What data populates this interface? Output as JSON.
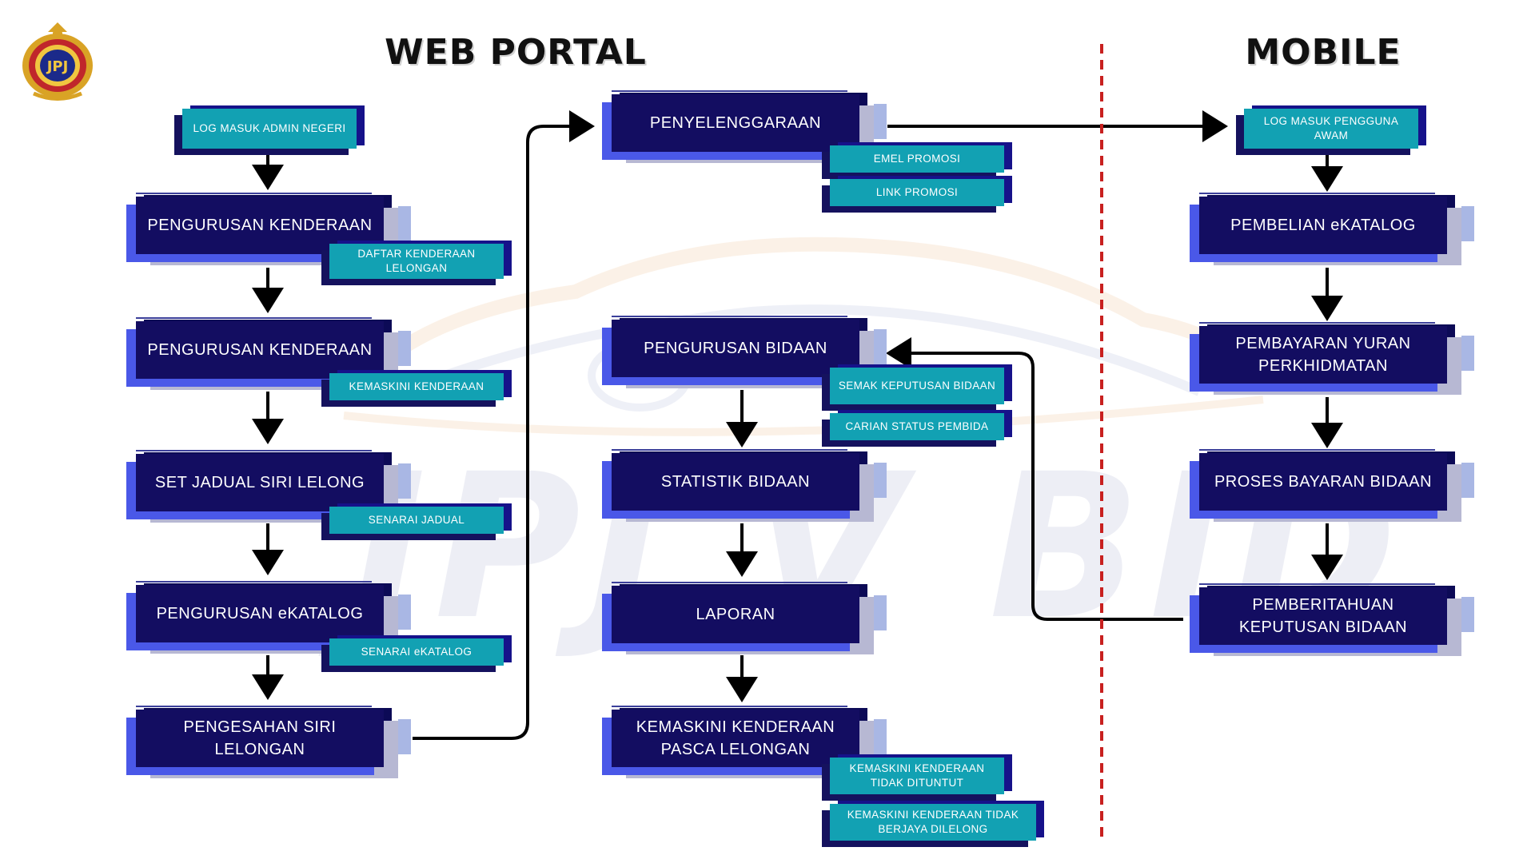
{
  "header": {
    "web_title": "WEB PORTAL",
    "mobile_title": "MOBILE"
  },
  "watermark": {
    "text": "JPJ V BID"
  },
  "colors": {
    "box": "#130d61",
    "sub": "#12a1b3",
    "accent_blue": "#4a58e8",
    "divider": "#c8201f"
  },
  "web_left": {
    "login": "LOG MASUK ADMIN NEGERI",
    "steps": [
      {
        "label": "PENGURUSAN KENDERAAN",
        "sub": "DAFTAR KENDERAAN LELONGAN"
      },
      {
        "label": "PENGURUSAN KENDERAAN",
        "sub": "KEMASKINI KENDERAAN"
      },
      {
        "label": "SET JADUAL SIRI LELONG",
        "sub": "SENARAI JADUAL"
      },
      {
        "label": "PENGURUSAN eKATALOG",
        "sub": "SENARAI eKATALOG"
      },
      {
        "label": "PENGESAHAN SIRI LELONGAN"
      }
    ]
  },
  "web_middle": {
    "maintenance": {
      "label": "PENYELENGGARAAN",
      "subs": [
        "EMEL PROMOSI",
        "LINK PROMOSI"
      ]
    },
    "bid_management": {
      "label": "PENGURUSAN BIDAAN",
      "subs": [
        "SEMAK KEPUTUSAN BIDAAN",
        "CARIAN STATUS PEMBIDA"
      ]
    },
    "statistics": {
      "label": "STATISTIK BIDAAN"
    },
    "report": {
      "label": "LAPORAN"
    },
    "post_auction": {
      "label": "KEMASKINI KENDERAAN PASCA LELONGAN",
      "subs": [
        "KEMASKINI KENDERAAN TIDAK DITUNTUT",
        "KEMASKINI KENDERAAN TIDAK BERJAYA DILELONG"
      ]
    }
  },
  "mobile": {
    "login": "LOG MASUK PENGGUNA AWAM",
    "steps": [
      "PEMBELIAN eKATALOG",
      "PEMBAYARAN YURAN PERKHIDMATAN",
      "PROSES BAYARAN BIDAAN",
      "PEMBERITAHUAN KEPUTUSAN BIDAAN"
    ]
  }
}
